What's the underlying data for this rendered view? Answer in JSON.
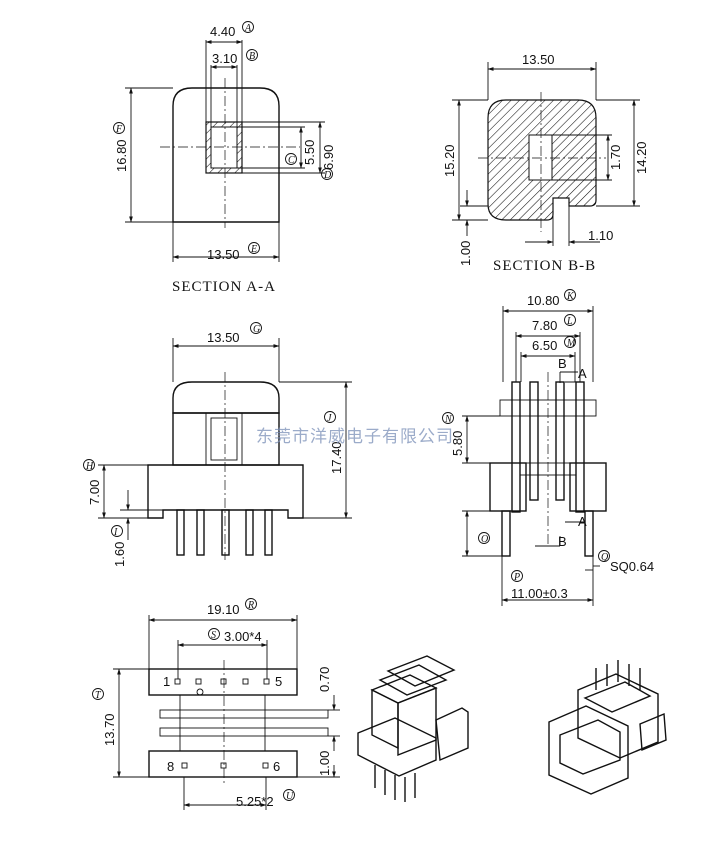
{
  "watermark": "东莞市洋威电子有限公司",
  "section_aa": {
    "title": "SECTION A-A",
    "dim_top_outer": "4.40",
    "dim_top_inner": "3.10",
    "dim_height": "16.80",
    "dim_inner_h": "5.50",
    "dim_outer_h": "6.90",
    "dim_width": "13.50",
    "tags": {
      "top_outer": "A",
      "top_inner": "B",
      "height": "F",
      "inner_h": "C",
      "outer_h": "D",
      "width": "E"
    }
  },
  "section_bb": {
    "title": "SECTION B-B",
    "dim_width": "13.50",
    "dim_height_left": "15.20",
    "dim_height_right": "14.20",
    "dim_slot": "1.70",
    "dim_gap": "1.10",
    "dim_base": "1.00"
  },
  "front_view": {
    "dim_width": "13.50",
    "dim_height": "17.40",
    "dim_base_h": "7.00",
    "dim_foot": "1.60",
    "tags": {
      "width": "G",
      "height": "J",
      "base_h": "H",
      "foot": "I"
    }
  },
  "side_view": {
    "dim_outer": "10.80",
    "dim_mid": "7.80",
    "dim_inner": "6.50",
    "dim_h": "5.80",
    "dim_pitch": "11.00±0.3",
    "dim_pin": "SQ0.64",
    "label_a_top": "A",
    "label_a_bot": "A",
    "label_b_top": "B",
    "label_b_bot": "B",
    "tags": {
      "outer": "K",
      "mid": "L",
      "inner": "M",
      "h": "N",
      "foot": "O",
      "pitch": "P",
      "pin": "Q"
    }
  },
  "bottom_view": {
    "dim_width": "19.10",
    "dim_pitch_top": "3.00*4",
    "dim_height": "13.70",
    "dim_slot_top": "0.70",
    "dim_slot_bot": "1.00",
    "dim_pitch_bot": "5.25*2",
    "pin_1": "1",
    "pin_5": "5",
    "pin_8": "8",
    "pin_6": "6",
    "tags": {
      "width": "R",
      "pitch_top": "S",
      "height": "T",
      "pitch_bot": "U"
    }
  }
}
